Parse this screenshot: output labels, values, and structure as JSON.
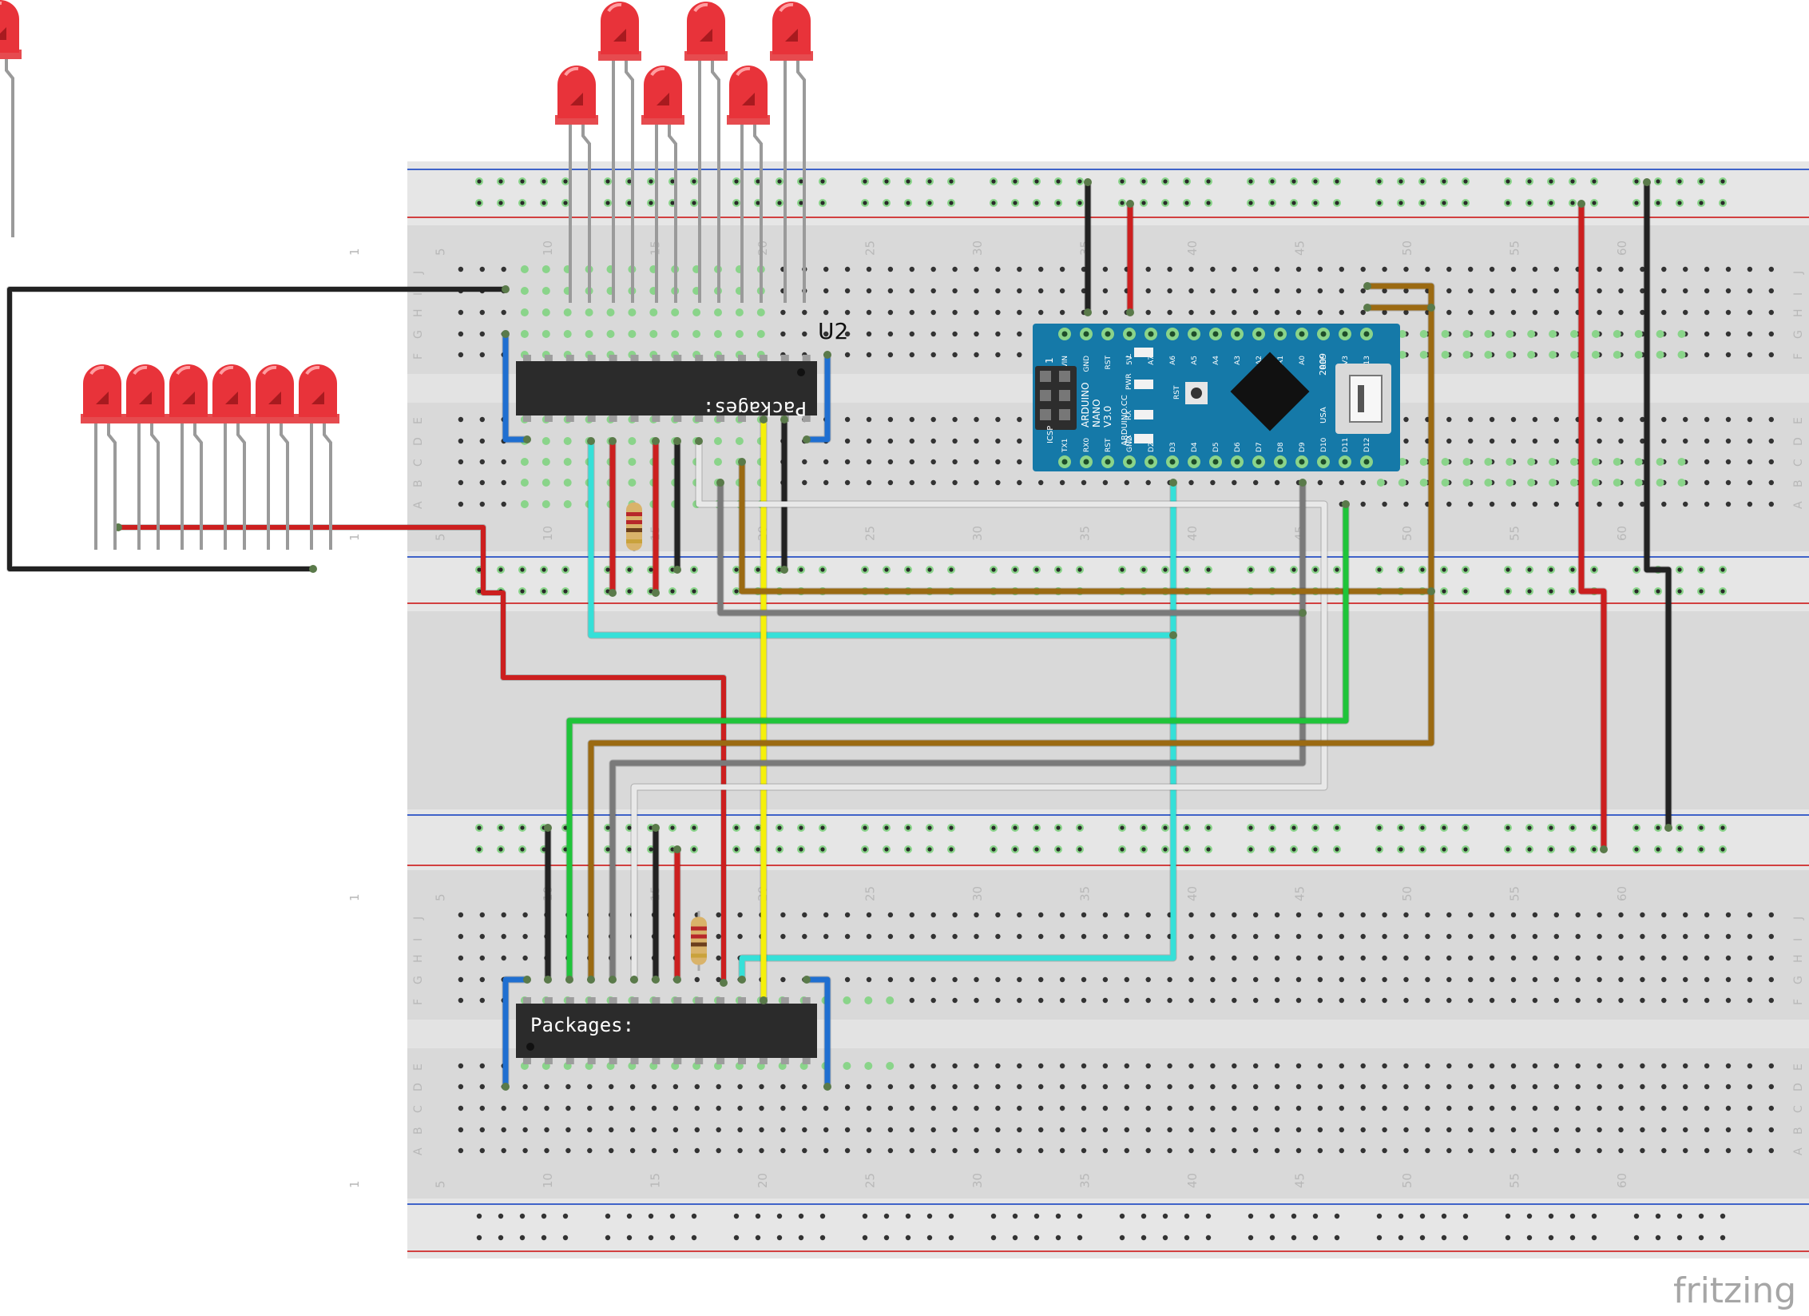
{
  "diagram": {
    "watermark": "fritzing",
    "upper_ic": {
      "ref": "U2",
      "label": "Packages:"
    },
    "lower_ic": {
      "label": "Packages:"
    },
    "board": {
      "name_lines": [
        "ARDUINO",
        "NANO",
        "V3.0"
      ],
      "site": "ARDUINO.CC",
      "country": "USA",
      "year": "2009",
      "icsp": "ICSP",
      "pin1": "1",
      "top_pins": [
        "VIN",
        "GND",
        "RST",
        "5V",
        "A7",
        "A6",
        "A5",
        "A4",
        "A3",
        "A2",
        "A1",
        "A0",
        "REF",
        "3V3",
        "D13"
      ],
      "bottom_pins": [
        "TX1",
        "RX0",
        "RST",
        "GND",
        "D2",
        "D3",
        "D4",
        "D5",
        "D6",
        "D7",
        "D8",
        "D9",
        "D10",
        "D11",
        "D12"
      ],
      "led_labels": [
        "L",
        "PWR",
        "RX",
        "TX"
      ],
      "reset_label": "RST"
    },
    "breadboard": {
      "column_numbers": [
        "1",
        "5",
        "10",
        "15",
        "20",
        "25",
        "30",
        "35",
        "40",
        "45",
        "50",
        "55",
        "60"
      ],
      "upper_row_letters": [
        "J",
        "I",
        "H",
        "G",
        "F",
        "E",
        "D",
        "C",
        "B",
        "A"
      ],
      "lower_row_letters": [
        "J",
        "I",
        "H",
        "G",
        "F",
        "E",
        "D",
        "C",
        "B",
        "A"
      ]
    },
    "colors": {
      "red_wire": "#cc1f1f",
      "black_wire": "#222222",
      "blue_wire": "#1f6fd1",
      "cyan_wire": "#35e0d8",
      "yellow_wire": "#f5f00a",
      "green_wire": "#1fc43a",
      "brown_wire": "#9b6a12",
      "gray_wire": "#7a7a7a",
      "white_wire": "#e8e8e8",
      "led_red": "#e8333a",
      "nano_blue": "#1579a8"
    },
    "leds": {
      "top_group_count": 7,
      "side_group_count": 6
    }
  }
}
